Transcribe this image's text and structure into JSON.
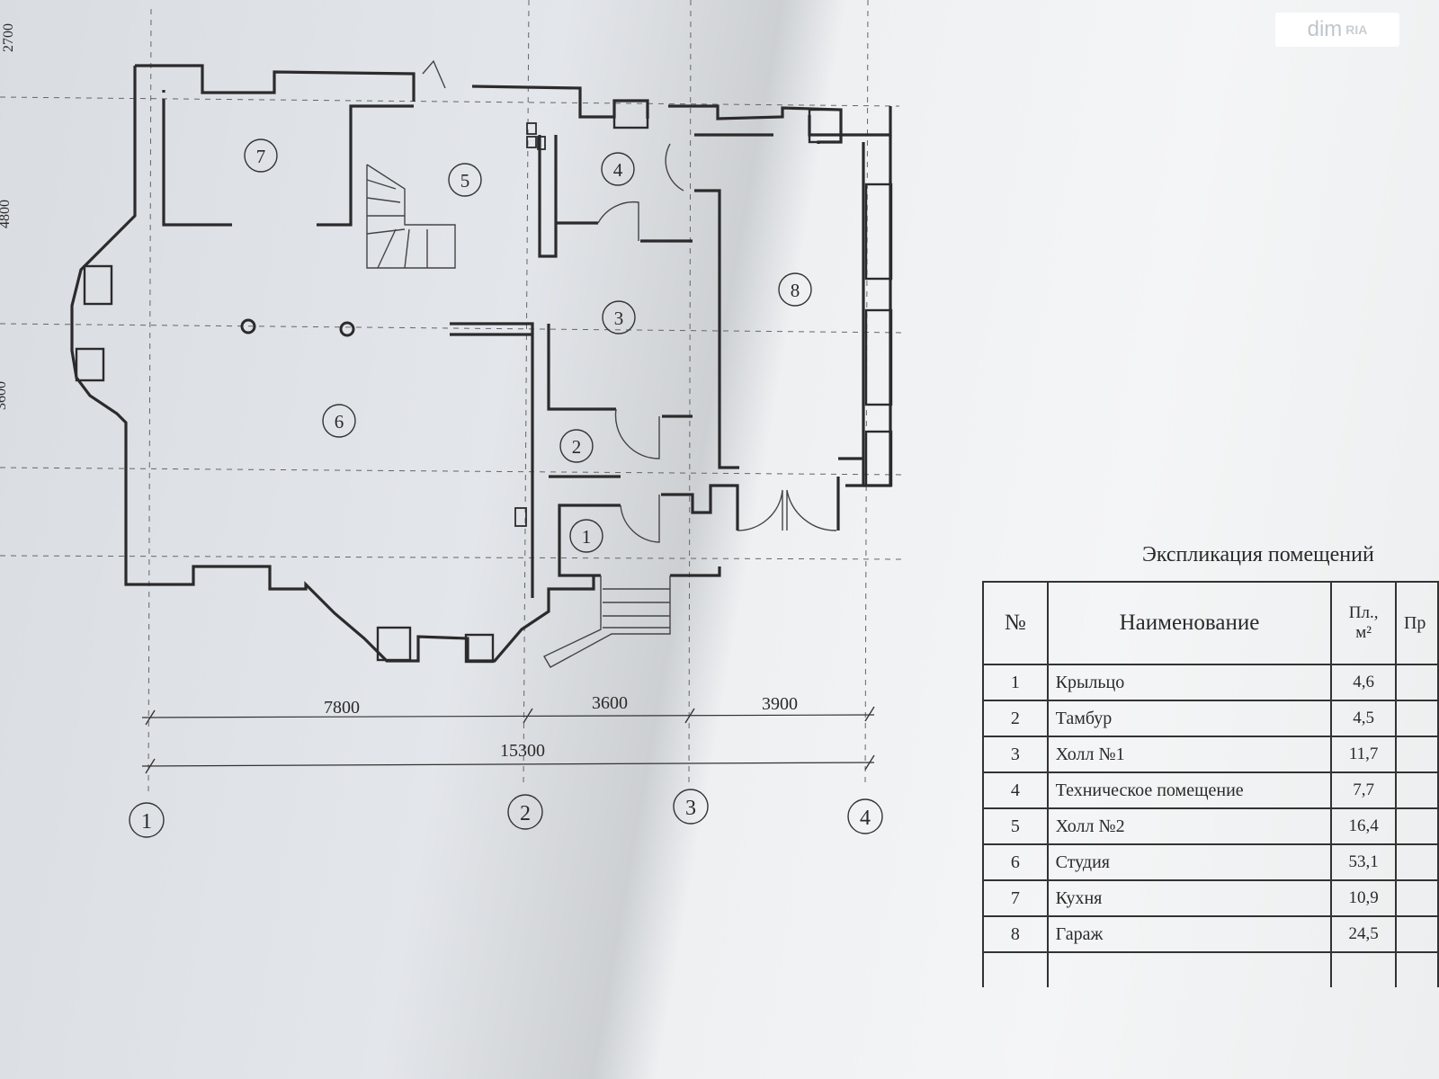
{
  "logo": {
    "text": "dim",
    "sub": "RIA"
  },
  "plan": {
    "rooms": [
      "1",
      "2",
      "3",
      "4",
      "5",
      "6",
      "7",
      "8"
    ],
    "axes": [
      "1",
      "2",
      "3",
      "4"
    ],
    "dims_top": [
      "7800",
      "3600",
      "3900"
    ],
    "dim_total": "15300",
    "left_dims": [
      "2700",
      "4800",
      "3600"
    ]
  },
  "explication": {
    "title": "Экспликация помещений",
    "headers": {
      "no": "№",
      "name": "Наименование",
      "area": "Пл., м²",
      "extra": "Пр"
    },
    "rows": [
      {
        "no": "1",
        "name": "Крыльцо",
        "area": "4,6"
      },
      {
        "no": "2",
        "name": "Тамбур",
        "area": "4,5"
      },
      {
        "no": "3",
        "name": "Холл №1",
        "area": "11,7"
      },
      {
        "no": "4",
        "name": "Техническое помещение",
        "area": "7,7"
      },
      {
        "no": "5",
        "name": "Холл №2",
        "area": "16,4"
      },
      {
        "no": "6",
        "name": "Студия",
        "area": "53,1"
      },
      {
        "no": "7",
        "name": "Кухня",
        "area": "10,9"
      },
      {
        "no": "8",
        "name": "Гараж",
        "area": "24,5"
      }
    ]
  }
}
